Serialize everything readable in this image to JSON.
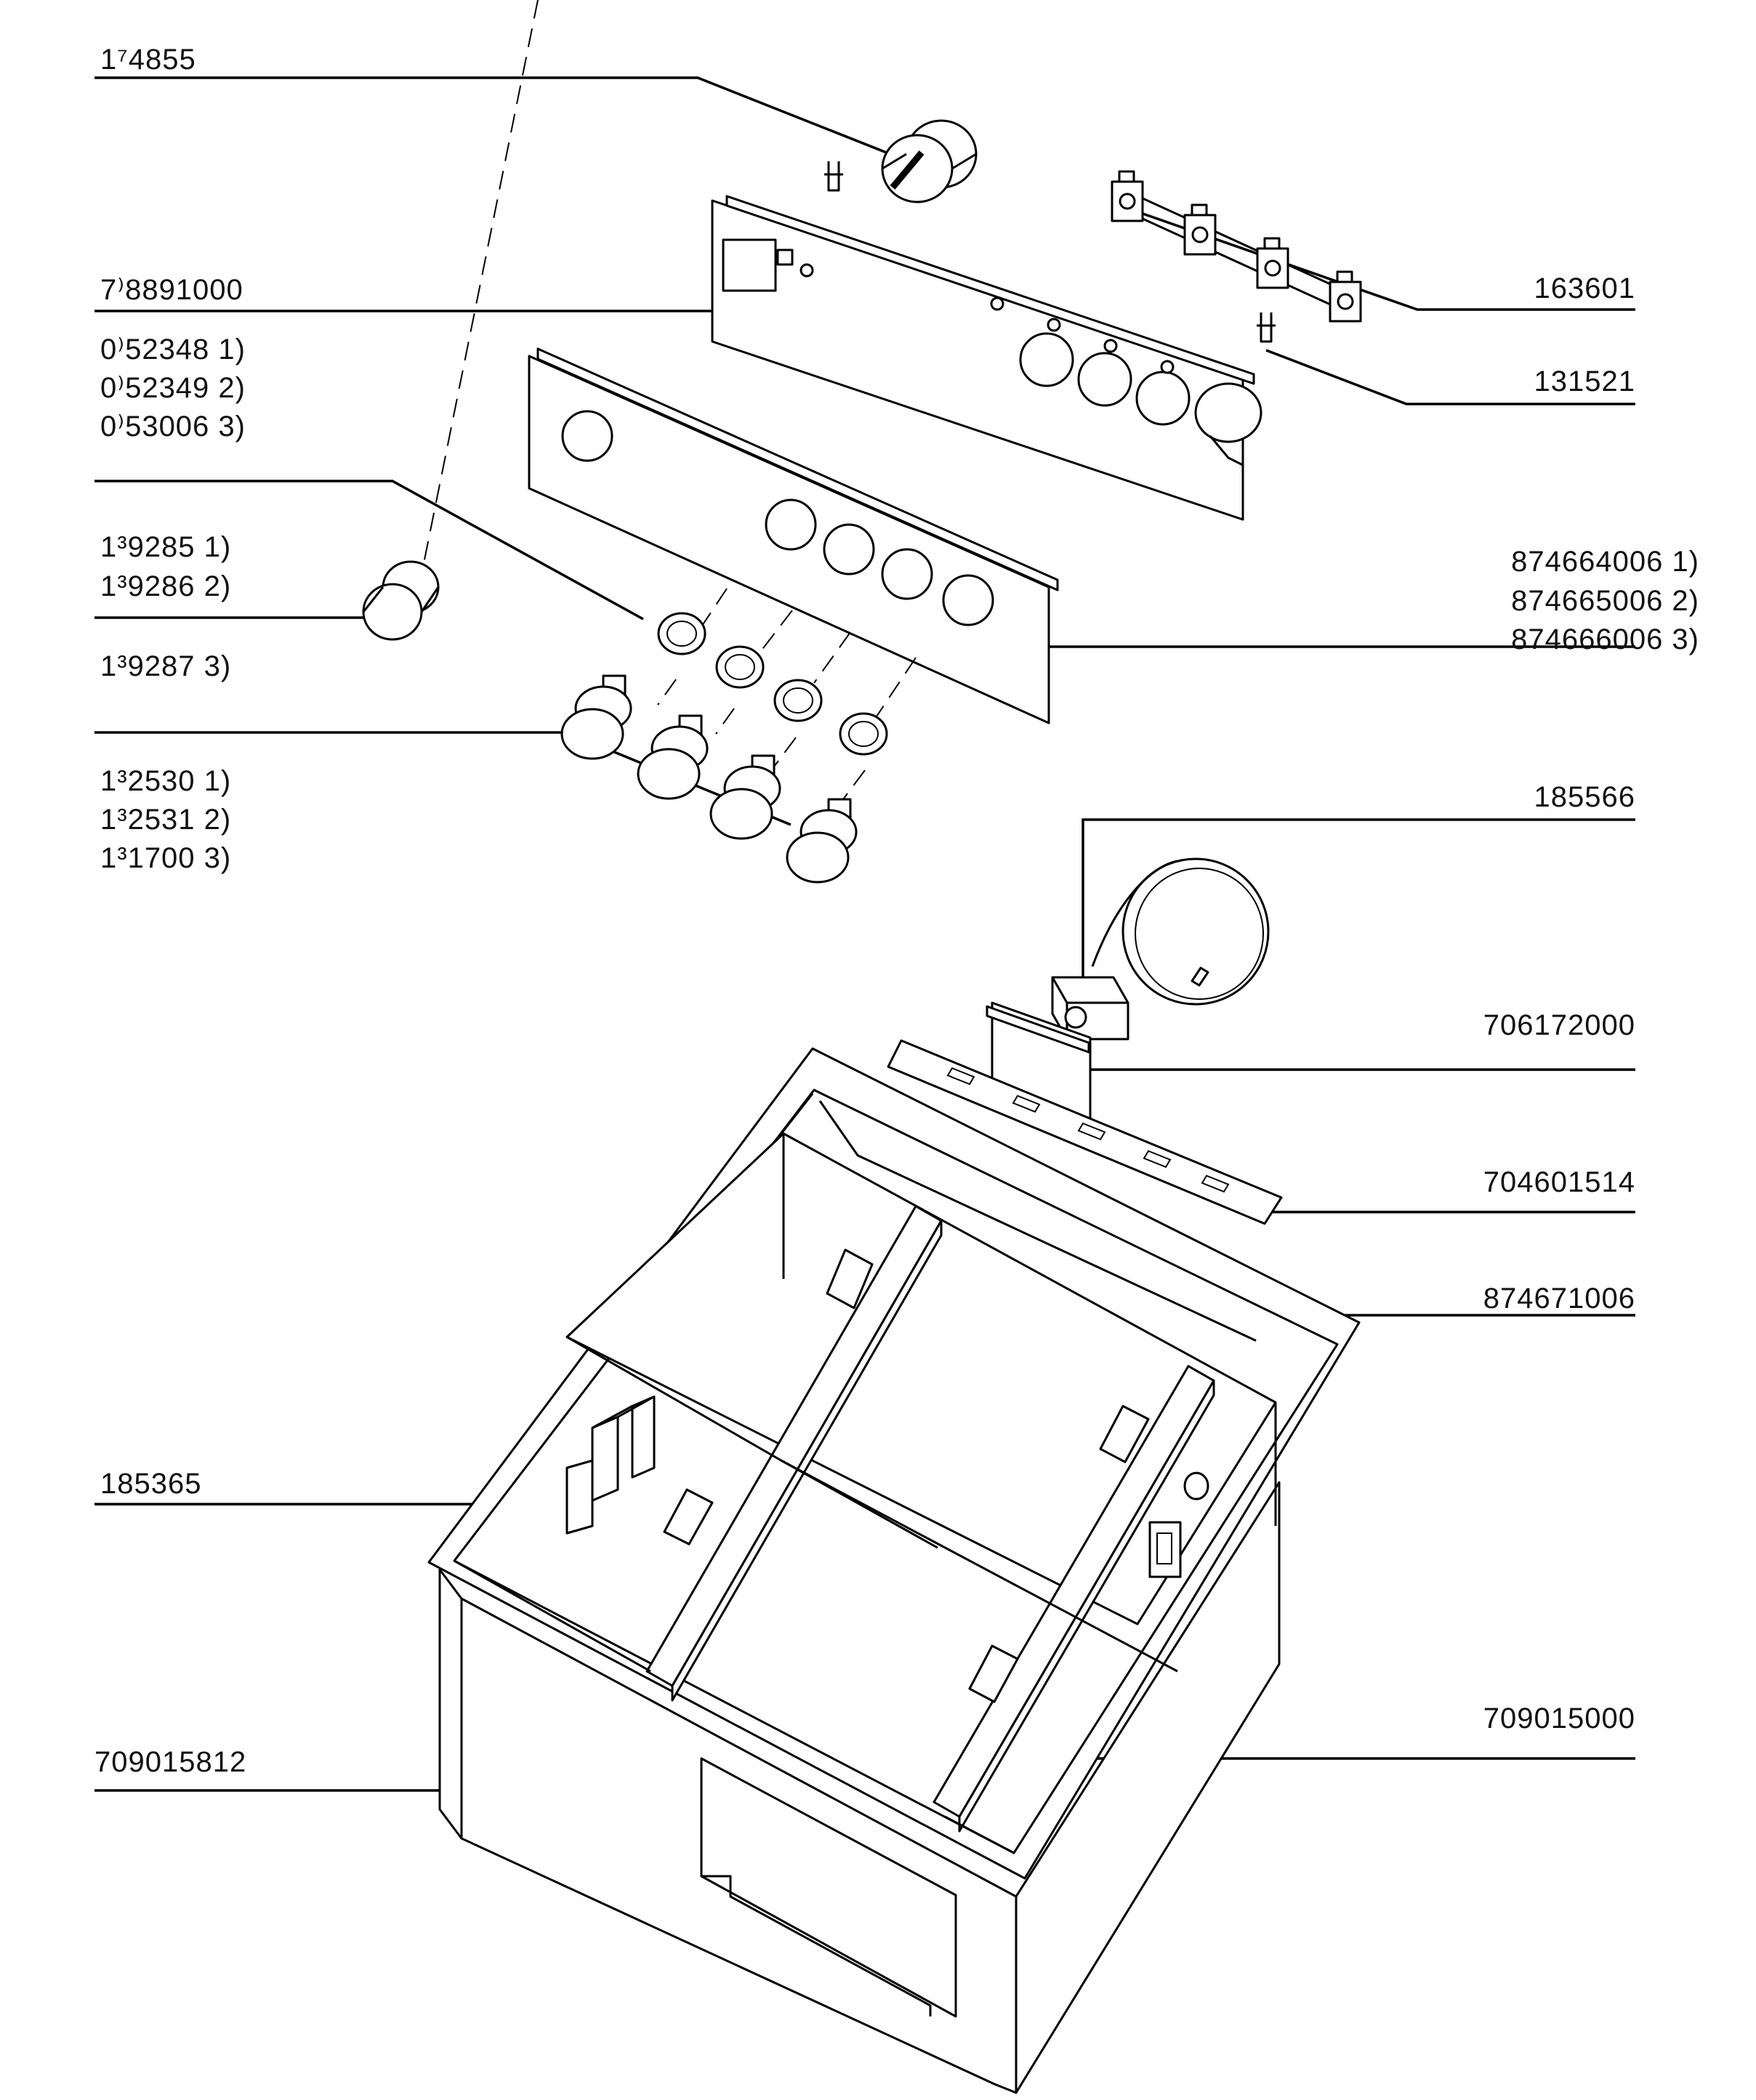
{
  "callouts": {
    "timer": "1⁷4855",
    "control_panel": "7⁾8891000",
    "fascia_a": "0⁾52348   1)",
    "fascia_b": "0⁾52349   2)",
    "fascia_c": "0⁾53006   3)",
    "small_knob_a": "1³9285 1)",
    "small_knob_b": "1³9286 2)",
    "small_knob_c": "1³9287 3)",
    "knob_a": "1³2530 1)",
    "knob_b": "1³2531 2)",
    "knob_c": "1³1700 3)",
    "switch_block": "163601",
    "bracket": "131521",
    "panel_a": "874664006 1)",
    "panel_b": "874665006 2)",
    "panel_c": "874666006 3)",
    "cable_box": "185566",
    "cover_plate": "706172000",
    "circuit_board": "704601514",
    "top_frame": "874671006",
    "terminal": "185365",
    "housing": "709015812",
    "base_tray": "709015000"
  }
}
